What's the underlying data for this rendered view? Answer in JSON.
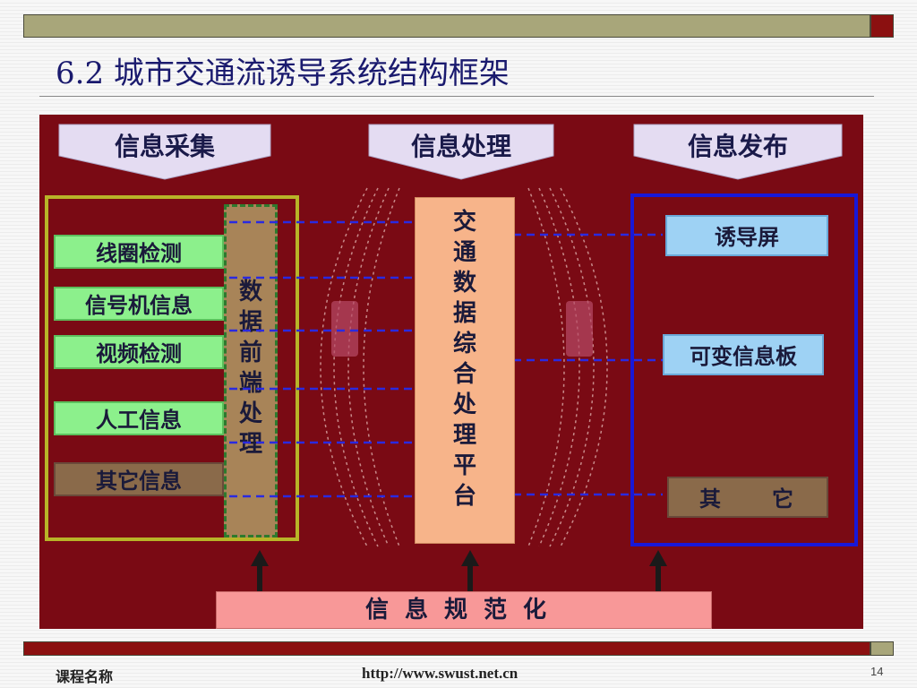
{
  "slide": {
    "title": "6.2  城市交通流诱导系统结构框架",
    "footer_course": "课程名称",
    "footer_url": "http://www.swust.net.cn",
    "page_number": "14"
  },
  "diagram": {
    "stages": [
      "信息采集",
      "信息处理",
      "信息发布"
    ],
    "sources": [
      "线圈检测",
      "信号机信息",
      "视频检测",
      "人工信息",
      "其它信息"
    ],
    "front_end": "数据前端处理",
    "platform": "交通数据综合处理平台",
    "outputs": [
      "诱导屏",
      "可变信息板",
      "其　　它"
    ],
    "normalization": "信息规范化"
  },
  "colors": {
    "background": "#7a0a14",
    "stage_arrow": "#e4dcf2",
    "source_green": "#8cf08c",
    "source_other": "#8a6a4a",
    "front_end": "#a88458",
    "platform": "#f7b48a",
    "output_blue": "#9ed2f4",
    "normalization": "#f89898",
    "collect_border": "#b8b428",
    "publish_border": "#1818d8"
  }
}
